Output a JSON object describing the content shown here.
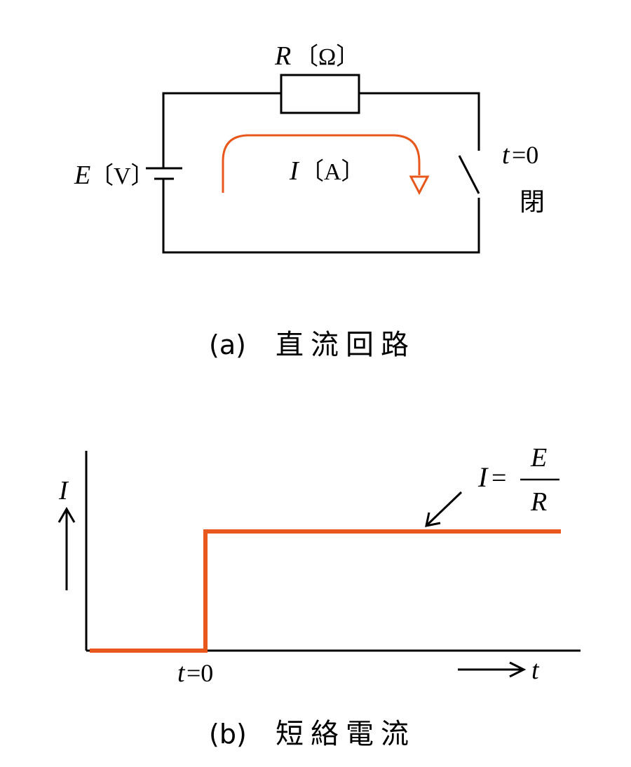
{
  "circuit": {
    "resistor_label": "R",
    "resistor_unit": "〔Ω〕",
    "source_label": "E",
    "source_unit": "〔V〕",
    "current_label": "I",
    "current_unit": "〔A〕",
    "switch_time_var": "t",
    "switch_time_eq": "=0",
    "switch_state": "閉",
    "caption_prefix": "(a)",
    "caption_text": "直流回路"
  },
  "graph": {
    "y_axis_label": "I",
    "x_axis_label": "t",
    "t0_var": "t",
    "t0_eq": "=0",
    "formula_lhs": "I",
    "formula_eq": "=",
    "formula_num": "E",
    "formula_den": "R",
    "caption_prefix": "(b)",
    "caption_text": "短絡電流"
  },
  "colors": {
    "wire": "#000000",
    "current": "#e8581c"
  }
}
